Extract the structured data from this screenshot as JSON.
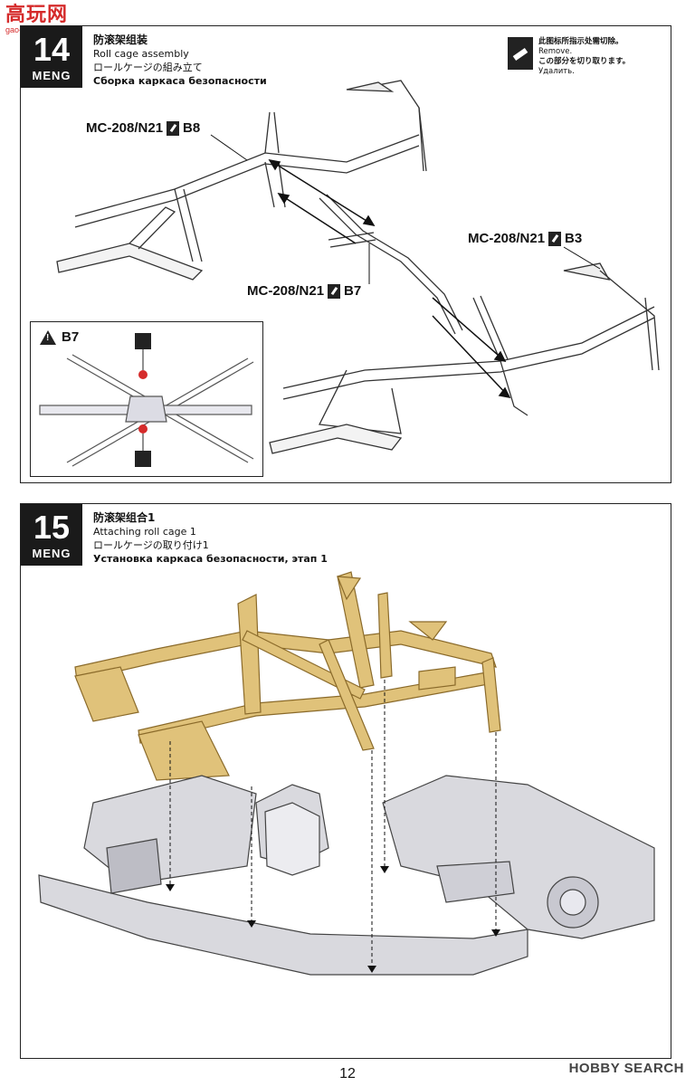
{
  "watermark": {
    "logo": "高玩网",
    "url": "gao-shou.com"
  },
  "step14": {
    "number": "14",
    "brand": "MENG",
    "title_zh": "防滚架组装",
    "title_en": "Roll cage assembly",
    "title_ja": "ロールケージの組み立て",
    "title_ru": "Сборка каркаса безопасности",
    "remove_note": {
      "zh": "此图标所指示处需切除。",
      "en": "Remove.",
      "ja": "この部分を切り取ります。",
      "ru": "Удалить."
    },
    "callouts": [
      {
        "code": "MC-208/N21",
        "part": "B8"
      },
      {
        "code": "MC-208/N21",
        "part": "B7"
      },
      {
        "code": "MC-208/N21",
        "part": "B3"
      }
    ],
    "inset_label": "B7"
  },
  "step15": {
    "number": "15",
    "brand": "MENG",
    "title_zh": "防滚架组合1",
    "title_en": "Attaching roll cage 1",
    "title_ja": "ロールケージの取り付け1",
    "title_ru": "Установка каркаса безопасности, этап 1"
  },
  "page_number": "12",
  "footer_brand": "HOBBY SEARCH",
  "colors": {
    "cage": "#e0c27a",
    "cage_stroke": "#8a6a2a",
    "chassis": "#d9d9de",
    "line": "#333333"
  }
}
